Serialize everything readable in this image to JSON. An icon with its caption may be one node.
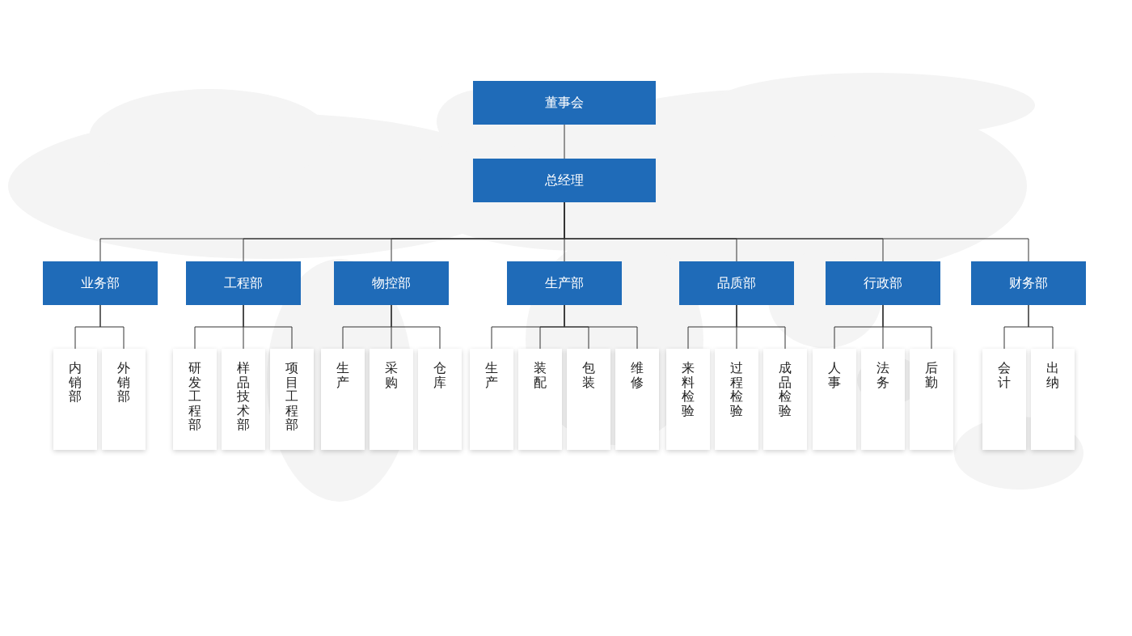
{
  "diagram": {
    "nodes": [
      {
        "text": [
          "董事会"
        ]
      },
      {
        "text": [
          "总经理"
        ]
      },
      {
        "text": [
          "业务部"
        ]
      },
      {
        "text": [
          "工程部"
        ]
      },
      {
        "text": [
          "物控部"
        ]
      },
      {
        "text": [
          "生产部"
        ]
      },
      {
        "text": [
          "品质部"
        ]
      },
      {
        "text": [
          "行政部"
        ]
      },
      {
        "text": [
          "财务部"
        ]
      },
      {
        "text": [
          "内销部"
        ]
      },
      {
        "text": [
          "外销部"
        ]
      },
      {
        "text": [
          "研发工程部"
        ]
      },
      {
        "text": [
          "样品技术部"
        ]
      },
      {
        "text": [
          "项目工程部"
        ]
      },
      {
        "text": [
          "生产"
        ]
      },
      {
        "text": [
          "采购"
        ]
      },
      {
        "text": [
          "仓库"
        ]
      },
      {
        "text": [
          "生产"
        ]
      },
      {
        "text": [
          "装配"
        ]
      },
      {
        "text": [
          "包装"
        ]
      },
      {
        "text": [
          "维修"
        ]
      },
      {
        "text": [
          "来料检验"
        ]
      },
      {
        "text": [
          "过程检验"
        ]
      },
      {
        "text": [
          "成品检验"
        ]
      },
      {
        "text": [
          "人事"
        ]
      },
      {
        "text": [
          "法务"
        ]
      },
      {
        "text": [
          "后勤"
        ]
      },
      {
        "text": [
          "会计"
        ]
      },
      {
        "text": [
          "出纳"
        ]
      }
    ],
    "edges": [
      {
        "from": 0,
        "to": 1,
        "arrow": "none"
      },
      {
        "from": 1,
        "to": 2,
        "arrow": "none"
      },
      {
        "from": 1,
        "to": 3,
        "arrow": "none"
      },
      {
        "from": 1,
        "to": 4,
        "arrow": "none"
      },
      {
        "from": 1,
        "to": 5,
        "arrow": "none"
      },
      {
        "from": 1,
        "to": 6,
        "arrow": "none"
      },
      {
        "from": 1,
        "to": 7,
        "arrow": "none"
      },
      {
        "from": 1,
        "to": 8,
        "arrow": "none"
      },
      {
        "from": 2,
        "to": 9,
        "arrow": "none"
      },
      {
        "from": 2,
        "to": 10,
        "arrow": "none"
      },
      {
        "from": 3,
        "to": 11,
        "arrow": "none"
      },
      {
        "from": 3,
        "to": 12,
        "arrow": "none"
      },
      {
        "from": 3,
        "to": 13,
        "arrow": "none"
      },
      {
        "from": 4,
        "to": 14,
        "arrow": "none"
      },
      {
        "from": 4,
        "to": 15,
        "arrow": "none"
      },
      {
        "from": 4,
        "to": 16,
        "arrow": "none"
      },
      {
        "from": 5,
        "to": 17,
        "arrow": "none"
      },
      {
        "from": 5,
        "to": 18,
        "arrow": "none"
      },
      {
        "from": 5,
        "to": 19,
        "arrow": "none"
      },
      {
        "from": 5,
        "to": 20,
        "arrow": "none"
      },
      {
        "from": 6,
        "to": 21,
        "arrow": "none"
      },
      {
        "from": 6,
        "to": 22,
        "arrow": "none"
      },
      {
        "from": 6,
        "to": 23,
        "arrow": "none"
      },
      {
        "from": 7,
        "to": 24,
        "arrow": "none"
      },
      {
        "from": 7,
        "to": 25,
        "arrow": "none"
      },
      {
        "from": 7,
        "to": 26,
        "arrow": "none"
      },
      {
        "from": 8,
        "to": 27,
        "arrow": "none"
      },
      {
        "from": 8,
        "to": 28,
        "arrow": "none"
      }
    ]
  }
}
